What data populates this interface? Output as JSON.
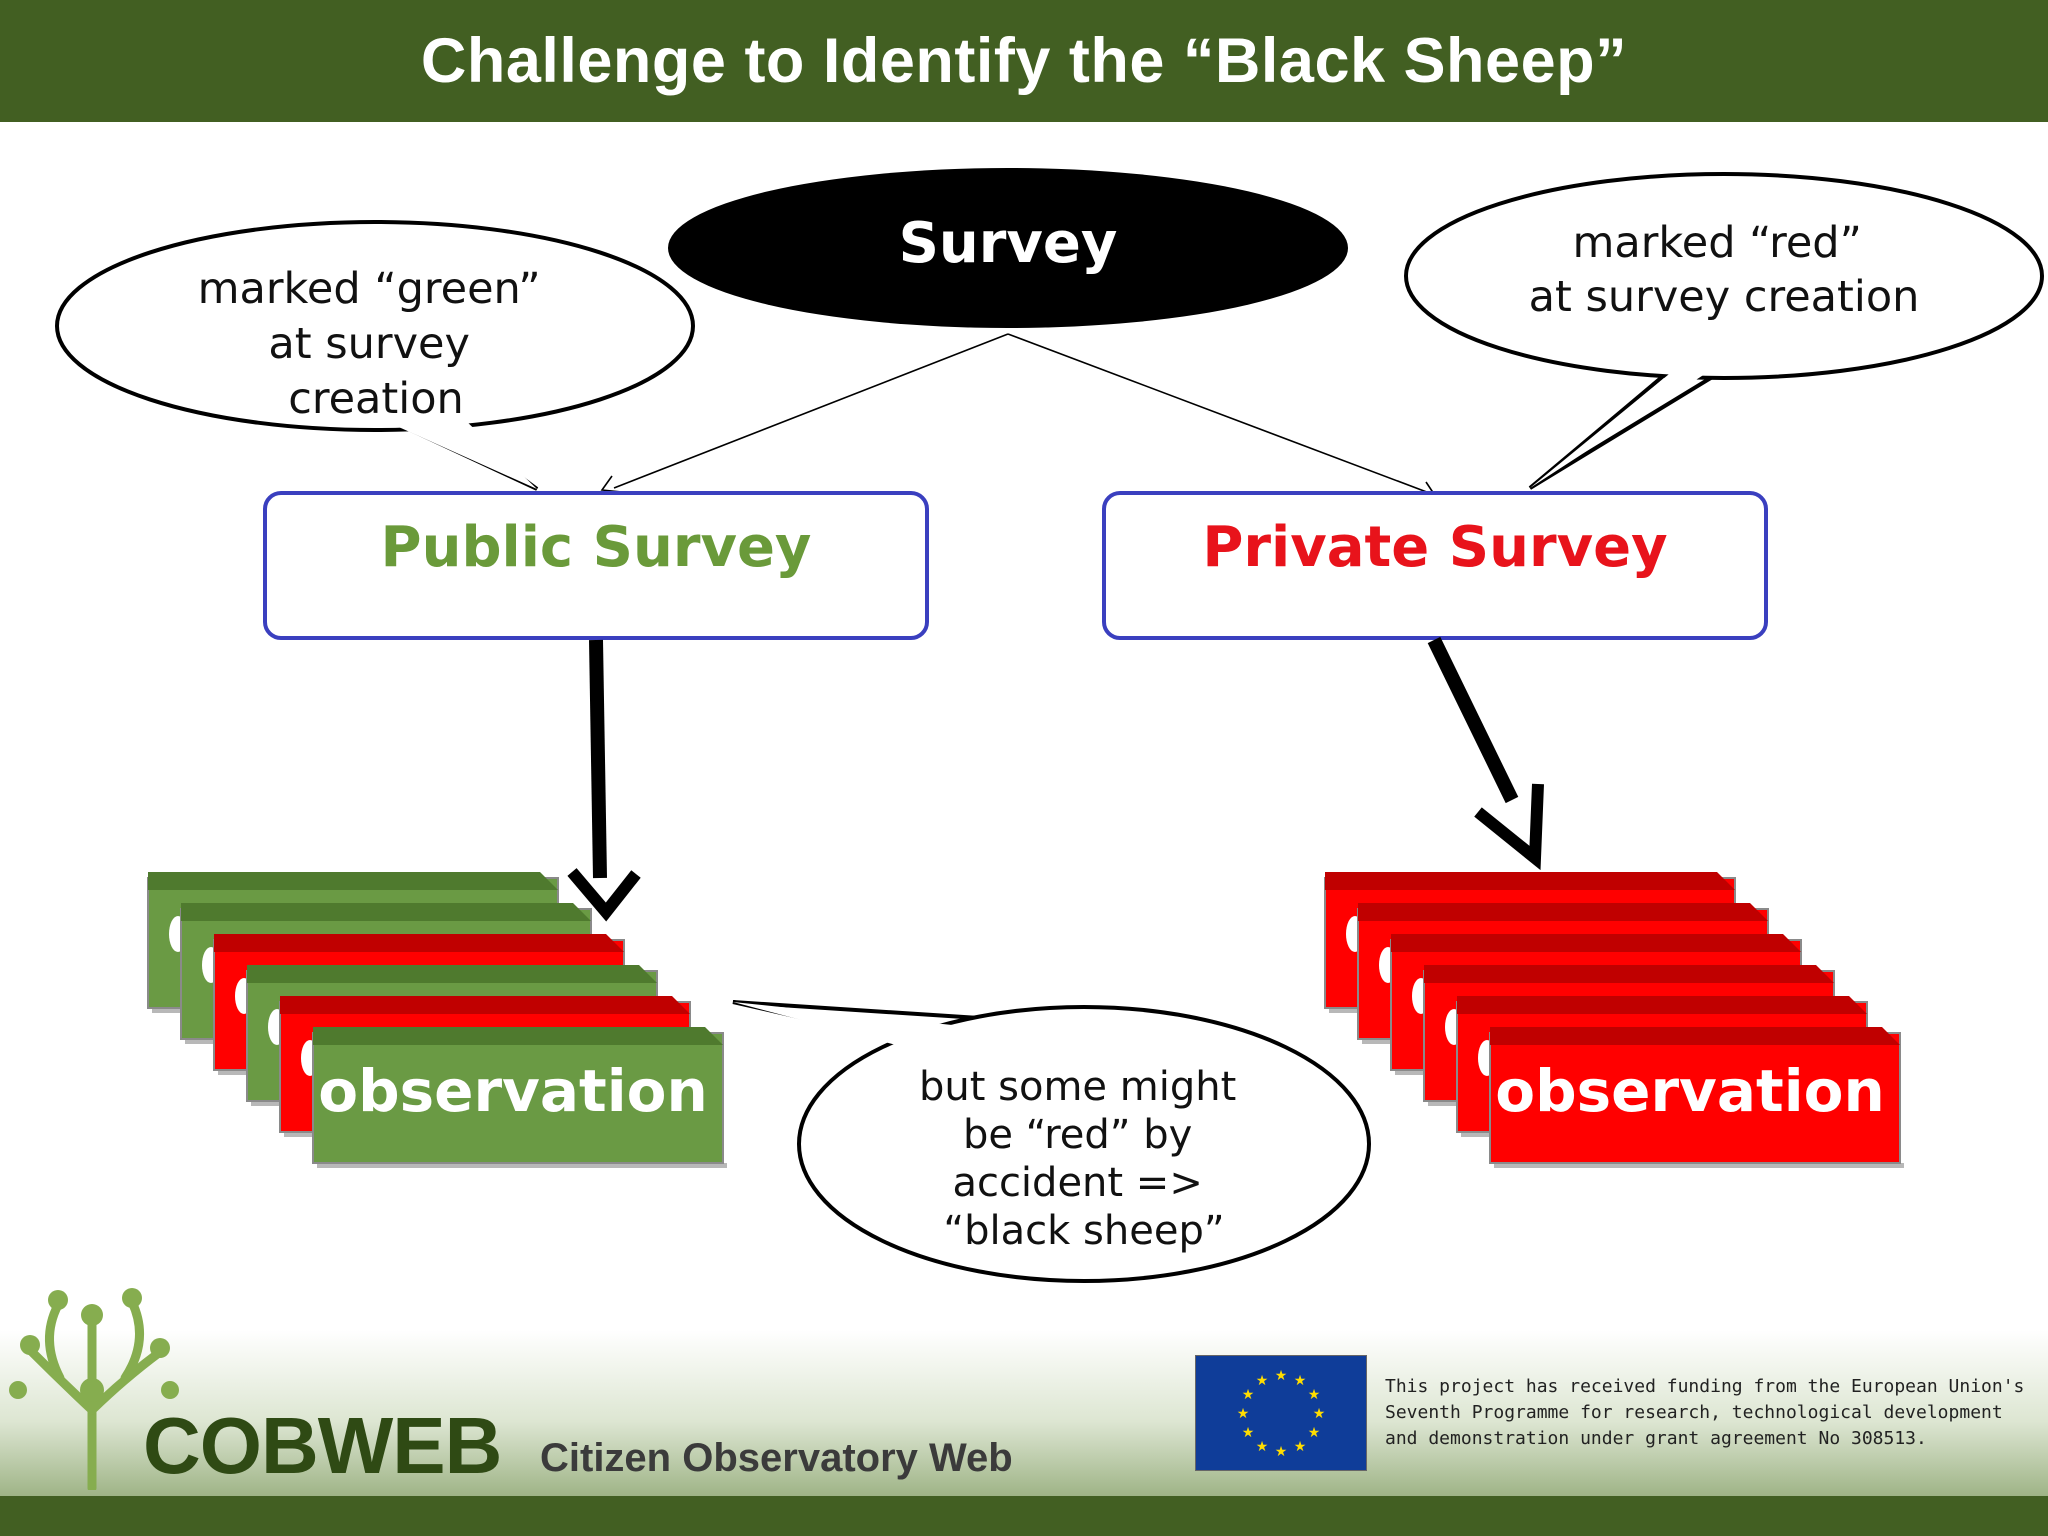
{
  "title": "Challenge to Identify the “Black Sheep”",
  "survey": {
    "label": "Survey"
  },
  "public_survey": {
    "label": "Public Survey",
    "color": "#6a9a3a"
  },
  "private_survey": {
    "label": "Private Survey",
    "color": "#e8131b"
  },
  "callouts": {
    "green": {
      "lines": [
        "marked “green”",
        "at survey",
        "creation"
      ]
    },
    "red": {
      "lines": [
        "marked “red”",
        "at survey creation"
      ]
    },
    "black_sheep": {
      "lines": [
        "but some might",
        "be “red” by",
        "accident =>",
        "“black sheep”"
      ]
    }
  },
  "observations": {
    "label": "observation",
    "public_stack_colors": [
      "green",
      "green",
      "red",
      "green",
      "red",
      "green"
    ],
    "private_stack_colors": [
      "red",
      "red",
      "red",
      "red",
      "red",
      "red"
    ]
  },
  "colors": {
    "green": "#6a9a44",
    "red": "#ff0000",
    "header": "#425f22",
    "box_border": "#3a3fbf"
  },
  "footer": {
    "logo_word": "COBWEB",
    "logo_sub": "Citizen Observatory Web",
    "eu_lines": [
      "This project has received funding from the European Union's",
      "Seventh Programme for research, technological development",
      "and demonstration under grant agreement No 308513."
    ]
  }
}
